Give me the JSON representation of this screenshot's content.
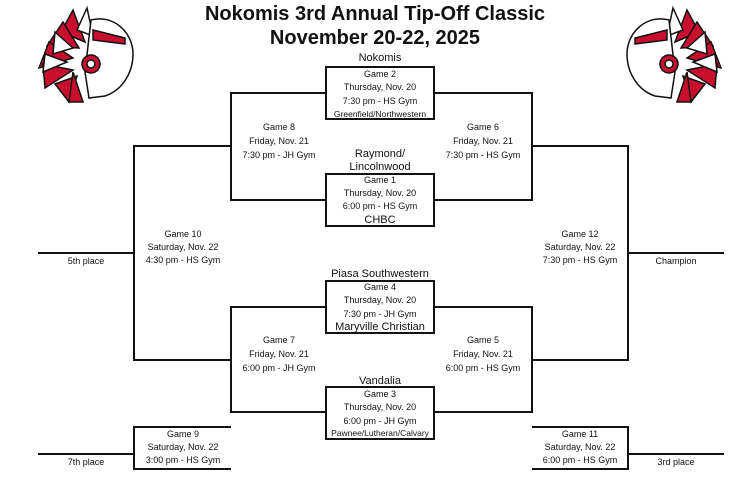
{
  "title_line1": "Nokomis 3rd Annual Tip-Off Classic",
  "title_line2": "November 20-22, 2025",
  "teams": {
    "nokomis": "Nokomis",
    "raymond1": "Raymond/",
    "raymond2": "Lincolnwood",
    "chbc": "CHBC",
    "piasa": "Piasa Southwestern",
    "maryville": "Maryville Christian",
    "vandalia": "Vandalia",
    "greenfield": "Greenfield/Northwestern",
    "pawnee": "Pawnee/Lutheran/Calvary"
  },
  "games": {
    "g1": {
      "name": "Game 1",
      "day": "Thursday, Nov. 20",
      "time": "6:00 pm - HS Gym"
    },
    "g2": {
      "name": "Game 2",
      "day": "Thursday, Nov. 20",
      "time": "7:30 pm - HS Gym"
    },
    "g3": {
      "name": "Game 3",
      "day": "Thursday, Nov. 20",
      "time": "6:00 pm - JH Gym"
    },
    "g4": {
      "name": "Game 4",
      "day": "Thursday, Nov. 20",
      "time": "7:30 pm - JH Gym"
    },
    "g5": {
      "name": "Game 5",
      "day": "Friday, Nov. 21",
      "time": "6:00 pm - HS Gym"
    },
    "g6": {
      "name": "Game 6",
      "day": "Friday, Nov. 21",
      "time": "7:30 pm - HS Gym"
    },
    "g7": {
      "name": "Game 7",
      "day": "Friday, Nov. 21",
      "time": "6:00 pm - JH Gym"
    },
    "g8": {
      "name": "Game 8",
      "day": "Friday, Nov. 21",
      "time": "7:30 pm - JH Gym"
    },
    "g9": {
      "name": "Game 9",
      "day": "Saturday, Nov. 22",
      "time": "3:00 pm - HS Gym"
    },
    "g10": {
      "name": "Game 10",
      "day": "Saturday, Nov. 22",
      "time": "4:30 pm - HS Gym"
    },
    "g11": {
      "name": "Game 11",
      "day": "Saturday, Nov. 22",
      "time": "6:00 pm - HS Gym"
    },
    "g12": {
      "name": "Game 12",
      "day": "Saturday, Nov. 22",
      "time": "7:30 pm - HS Gym"
    }
  },
  "places": {
    "fifth": "5th place",
    "seventh": "7th place",
    "champion": "Champion",
    "third": "3rd place"
  },
  "colors": {
    "logo_red": "#c8102e",
    "line": "#111111"
  },
  "icons": {
    "left_logo": "indian-head-logo-icon",
    "right_logo": "indian-head-logo-icon"
  }
}
